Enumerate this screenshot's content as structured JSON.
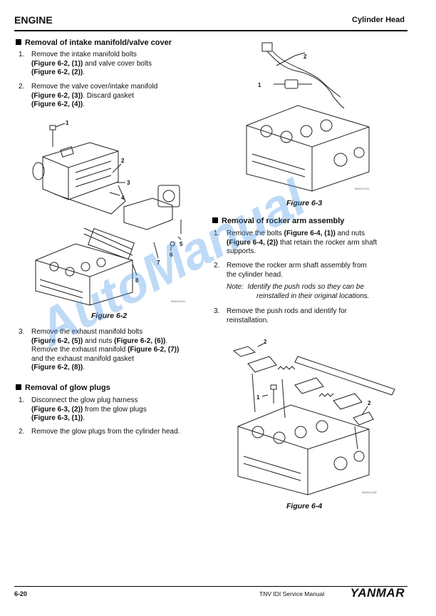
{
  "header": {
    "left": "ENGINE",
    "right": "Cylinder Head"
  },
  "left": {
    "sec1": {
      "title": "Removal of intake manifold/valve cover",
      "step1": {
        "n": "1.",
        "a": "Remove the intake manifold bolts",
        "b1": "(Figure 6-2, (1))",
        "c": " and valve cover bolts",
        "b2": "(Figure 6-2, (2))",
        "d": "."
      },
      "step2": {
        "n": "2.",
        "a": "Remove the valve cover/intake manifold",
        "b1": "(Figure 6-2, (3))",
        "c": ". Discard gasket",
        "b2": "(Figure 6-2, (4))",
        "d": "."
      }
    },
    "fig2": {
      "caption": "Figure 6-2",
      "code": "B00011041",
      "callouts": [
        "1",
        "2",
        "3",
        "4",
        "5",
        "6",
        "7",
        "8"
      ]
    },
    "step3": {
      "n": "3.",
      "a": "Remove the exhaust manifold bolts",
      "b1": "(Figure 6-2, (5))",
      "c": " and nuts ",
      "b2": "(Figure 6-2, (6))",
      "d": ".",
      "e": "Remove the exhaust manifold ",
      "b3": "(Figure 6-2, (7))",
      "f": "and the exhaust manifold gasket",
      "b4": "(Figure 6-2, (8))",
      "g": "."
    },
    "sec2": {
      "title": "Removal of glow plugs",
      "step1": {
        "n": "1.",
        "a": "Disconnect the glow plug harness",
        "b1": "(Figure 6-3, (2))",
        "c": " from the glow plugs",
        "b2": "(Figure 6-3, (1))",
        "d": "."
      },
      "step2": {
        "n": "2.",
        "a": "Remove the glow plugs from the cylinder head."
      }
    }
  },
  "right": {
    "fig3": {
      "caption": "Figure 6-3",
      "code": "B00021244",
      "callouts": [
        "1",
        "2"
      ]
    },
    "sec3": {
      "title": "Removal of rocker arm assembly",
      "step1": {
        "n": "1.",
        "a": "Remove the bolts ",
        "b1": "(Figure 6-4, (1))",
        "c": " and nuts",
        "b2": "(Figure 6-4, (2))",
        "d": " that retain the rocker arm shaft",
        "e": "supports."
      },
      "step2": {
        "n": "2.",
        "a": "Remove the rocker arm shaft assembly from",
        "b": "the cylinder head."
      },
      "note": {
        "label": "Note:",
        "a": "Identify the push rods so they can be",
        "b": "reinstalled in their original locations."
      },
      "step3": {
        "n": "3.",
        "a": "Remove the push rods and identify for",
        "b": "reinstallation."
      }
    },
    "fig4": {
      "caption": "Figure 6-4",
      "code": "B00021245",
      "callouts": [
        "2",
        "1",
        "2"
      ]
    }
  },
  "footer": {
    "page": "6-20",
    "manual": "TNV IDI Service Manual",
    "logo": "YANMAR"
  },
  "watermark": "AutoManual"
}
